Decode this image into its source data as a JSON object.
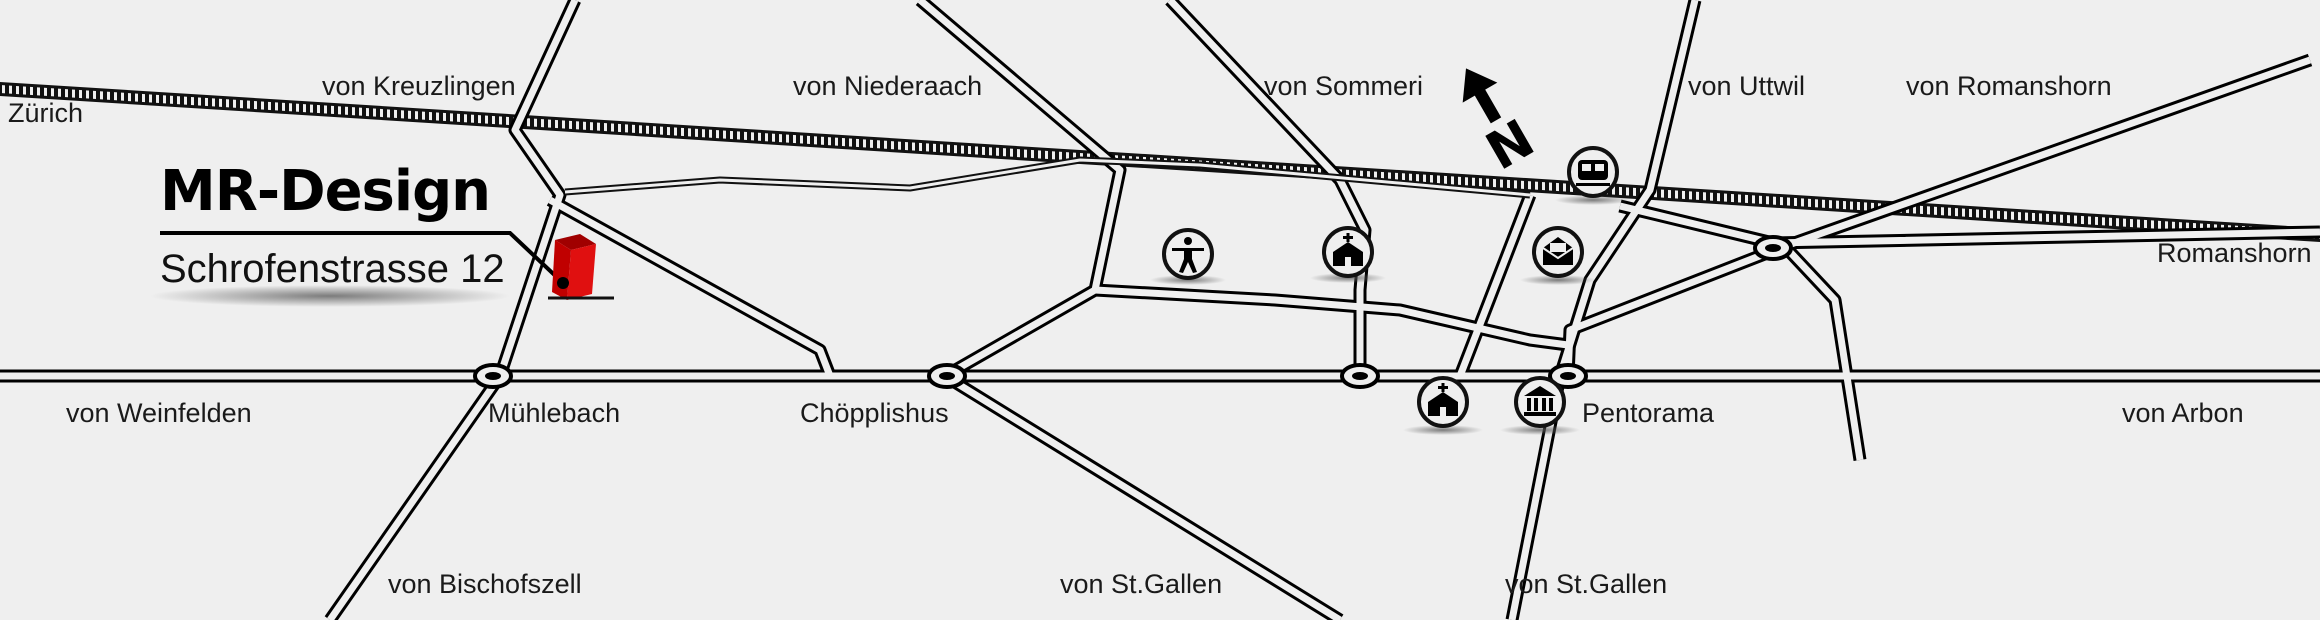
{
  "map": {
    "brand": {
      "name": "MR-Design",
      "address": "Schrofenstrasse 12",
      "marker_color": "#e01010"
    },
    "place_labels": {
      "zurich": "Zürich",
      "von_kreuzlingen": "von Kreuzlingen",
      "von_niederaach": "von Niederaach",
      "von_sommeri": "von Sommeri",
      "von_uttwil": "von Uttwil",
      "von_romanshorn": "von Romanshorn",
      "romanshorn": "Romanshorn",
      "von_weinfelden": "von Weinfelden",
      "muehlebach": "Mühlebach",
      "choepplishus": "Chöpplishus",
      "pentorama": "Pentorama",
      "von_arbon": "von Arbon",
      "von_bischofszell": "von Bischofszell",
      "von_st_gallen_1": "von St.Gallen",
      "von_st_gallen_2": "von St.Gallen"
    },
    "poi_icons": [
      "person-icon",
      "church-icon",
      "train-icon",
      "mail-icon",
      "church-icon",
      "museum-icon"
    ],
    "north_arrow_letter": "N",
    "colors": {
      "background": "#efefef",
      "road": "#000000",
      "marker": "#e01010"
    }
  }
}
